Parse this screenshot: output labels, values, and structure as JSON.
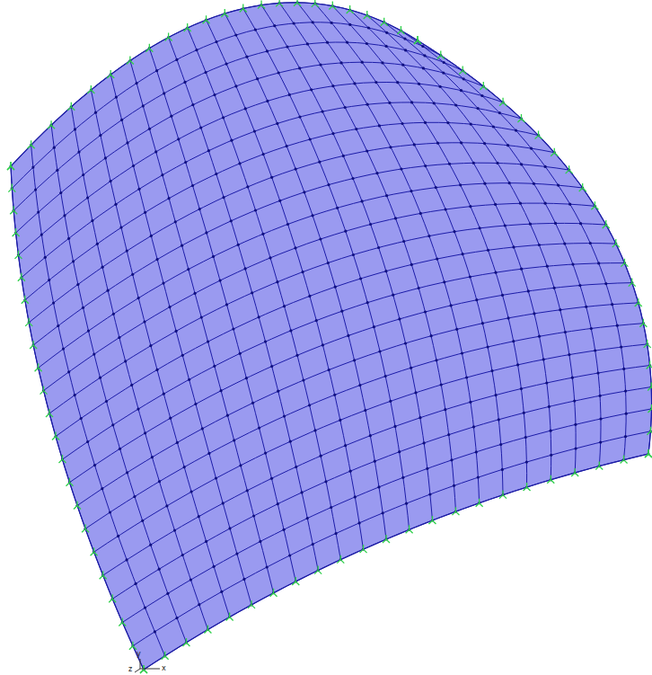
{
  "diagram": {
    "labels": [
      "y",
      "z",
      "x"
    ]
  }
}
